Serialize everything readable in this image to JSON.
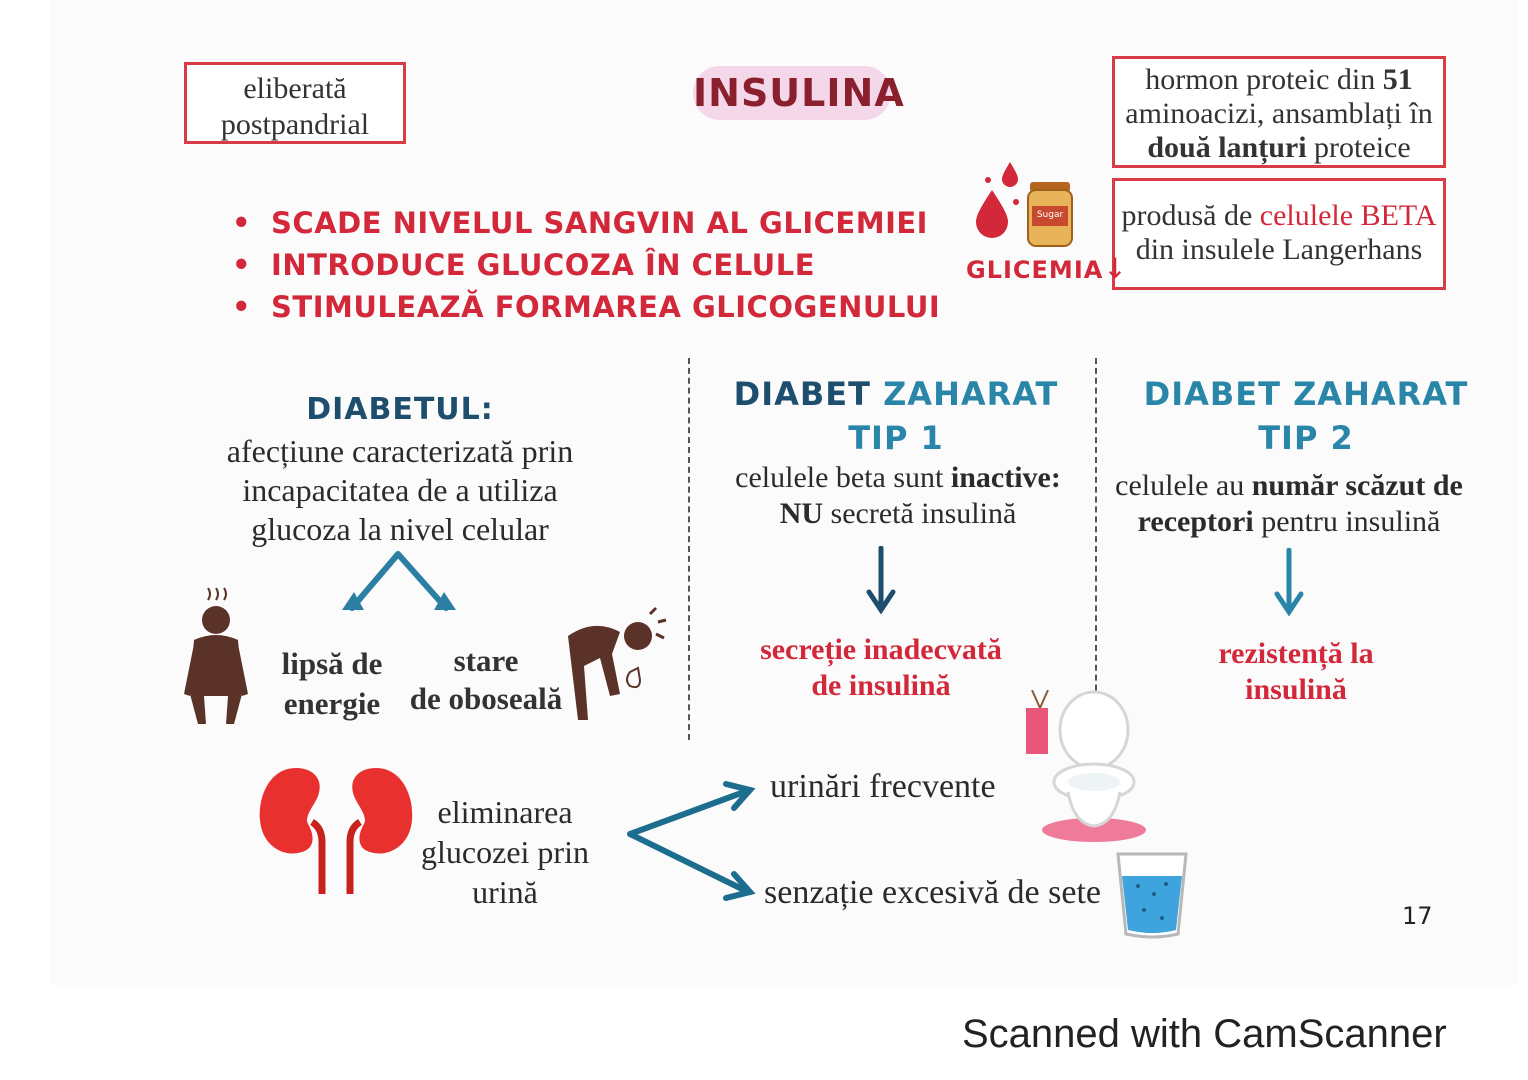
{
  "title": "INSULINA",
  "top_left_box": {
    "line1": "eliberată",
    "line2": "postpandrial"
  },
  "top_right_box": {
    "l1_prefix": "hormon proteic din ",
    "l1_bold": "51",
    "l2": "aminoacizi, ansamblați în",
    "l3_bold": "două lanțuri",
    "l3_rest": " proteice"
  },
  "right_box2": {
    "l1_prefix": "produsă de ",
    "l1_red": "celulele BETA",
    "l2": "din insulele Langerhans"
  },
  "glicemia_label": "GLICEMIA",
  "jar_label": "Sugar",
  "effects": [
    "SCADE NIVELUL SANGVIN AL GLICEMIEI",
    "INTRODUCE GLUCOZA ÎN CELULE",
    "STIMULEAZĂ FORMAREA GLICOGENULUI"
  ],
  "diabet": {
    "heading": "DIABETUL:",
    "def1": "afecțiune caracterizată prin",
    "def2": "incapacitatea de a utiliza",
    "def3": "glucoza la nivel celular",
    "left_sym1": "lipsă de",
    "left_sym2": "energie",
    "right_sym1": "stare",
    "right_sym2": "de oboseală"
  },
  "tip1": {
    "h1a": "DIABET",
    "h1b": "ZAHARAT",
    "h2": "TIP 1",
    "d1_pre": "celulele beta sunt ",
    "d1_bold": "inactive:",
    "d2_bold": "NU",
    "d2_rest": " secretă insulină",
    "r1": "secreție inadecvată",
    "r2": "de insulină"
  },
  "tip2": {
    "h1a": "DIABET",
    "h1b": "ZAHARAT",
    "h2": "TIP 2",
    "d1_pre": "celulele au ",
    "d1_bold": "număr scăzut de",
    "d2_bold": "receptori",
    "d2_rest": " pentru insulină",
    "r1": "rezistență la",
    "r2": "insulină"
  },
  "elim": {
    "l1": "eliminarea",
    "l2": "glucozei prin",
    "l3": "urină"
  },
  "urinari": "urinări frecvente",
  "sete": "senzație excesivă de sete",
  "page_number": "17",
  "scanner": "Scanned with CamScanner",
  "colors": {
    "red": "#d3283a",
    "navy": "#1d4e6e",
    "teal": "#2a86a8",
    "pink": "#f2d3e6",
    "brown": "#5a3228"
  }
}
